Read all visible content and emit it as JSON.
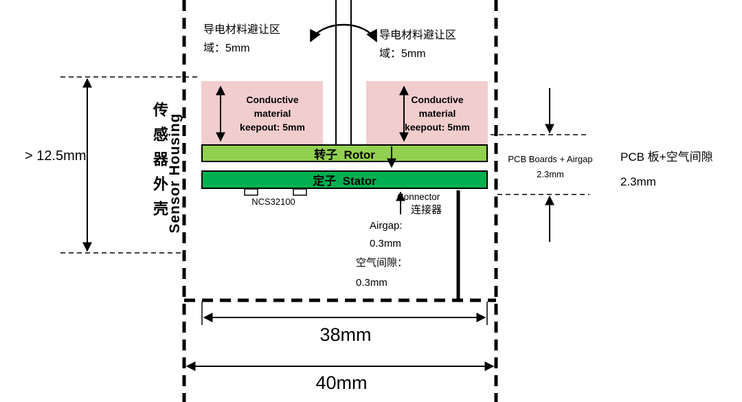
{
  "housing": {
    "label_cn": "传感器外壳",
    "label_en": "Sensor Housing"
  },
  "notes": {
    "left": {
      "line1": "导电材料避让区",
      "line2": "域：5mm"
    },
    "right": {
      "line1": "导电材料避让区",
      "line2": "域：5mm"
    }
  },
  "keepout": {
    "left": {
      "line1": "Conductive",
      "line2": "material",
      "line3": "keepout: 5mm"
    },
    "right": {
      "line1": "Conductive",
      "line2": "material",
      "line3": "keepout: 5mm"
    }
  },
  "pcb": {
    "rotor": "转子  Rotor",
    "stator": "定子  Stator",
    "chip": "NCS32100",
    "connector_en": "Connector",
    "connector_cn": "连接器"
  },
  "airgap": {
    "en_label": "Airgap:",
    "en_value": "0.3mm",
    "cn_label": "空气间隙：",
    "cn_value": "0.3mm"
  },
  "dimensions": {
    "height": "> 12.5mm",
    "pcb_stack_en": "PCB Boards + Airgap",
    "pcb_stack_en_value": "2.3mm",
    "pcb_stack_cn": "PCB 板+空气间隙",
    "pcb_stack_cn_value": "2.3mm",
    "inner_width": "38mm",
    "outer_width": "40mm"
  },
  "colors": {
    "rotor": "#92d050",
    "stator": "#00b050",
    "keepout": "#f2cdcd",
    "line": "#000000"
  }
}
